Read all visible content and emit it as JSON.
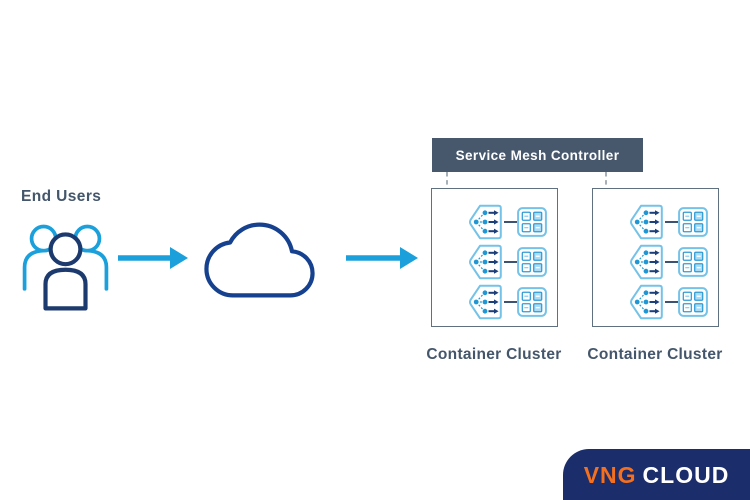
{
  "diagram": {
    "end_users_label": "End Users",
    "controller_label": "Service Mesh Controller",
    "clusters": [
      {
        "label": "Container Cluster",
        "service_count": 3
      },
      {
        "label": "Container Cluster",
        "service_count": 3
      }
    ],
    "icons": {
      "end_users": "people-group-icon",
      "network": "cloud-icon",
      "flow": "arrow-right-icon",
      "service_proxy": "mesh-proxy-icon",
      "workloads": "container-group-icon"
    },
    "colors": {
      "accent_blue": "#1ba0dc",
      "navy": "#16418f",
      "controller_slate": "#47586d",
      "label_text": "#44566b",
      "dashed_link": "#97a2ab",
      "cluster_border": "#5f7080"
    }
  },
  "branding": {
    "logo_primary": "VNG",
    "logo_secondary": "CLOUD",
    "badge_bg": "#1c2d6b",
    "logo_primary_color": "#f4701f"
  }
}
